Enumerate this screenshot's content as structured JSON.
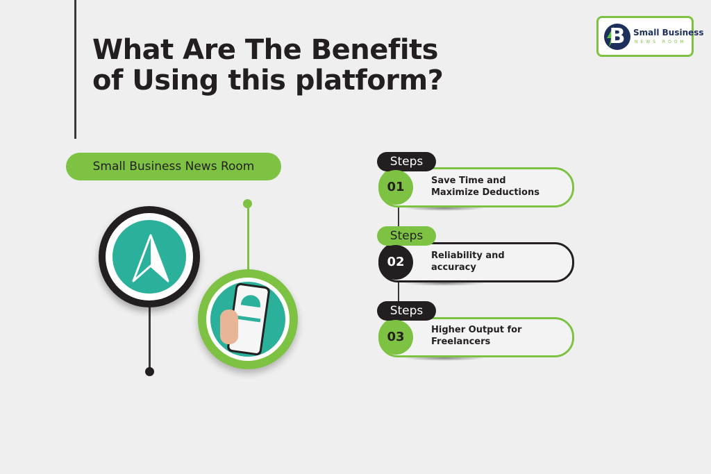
{
  "title_line1": "What Are The Benefits",
  "title_line2": "of Using this platform?",
  "logo": {
    "name": "Small Business",
    "tagline": "NEWS ROOM",
    "letter": "B"
  },
  "banner": "Small Business News Room",
  "colors": {
    "green": "#7dc242",
    "dark": "#231f20",
    "teal": "#2bb19b",
    "background": "#efefef"
  },
  "steps": [
    {
      "tab": "Steps",
      "number": "01",
      "text_line1": "Save Time and",
      "text_line2": "Maximize Deductions"
    },
    {
      "tab": "Steps",
      "number": "02",
      "text_line1": "Reliability and",
      "text_line2": "accuracy"
    },
    {
      "tab": "Steps",
      "number": "03",
      "text_line1": "Higher Output for",
      "text_line2": "Freelancers"
    }
  ]
}
